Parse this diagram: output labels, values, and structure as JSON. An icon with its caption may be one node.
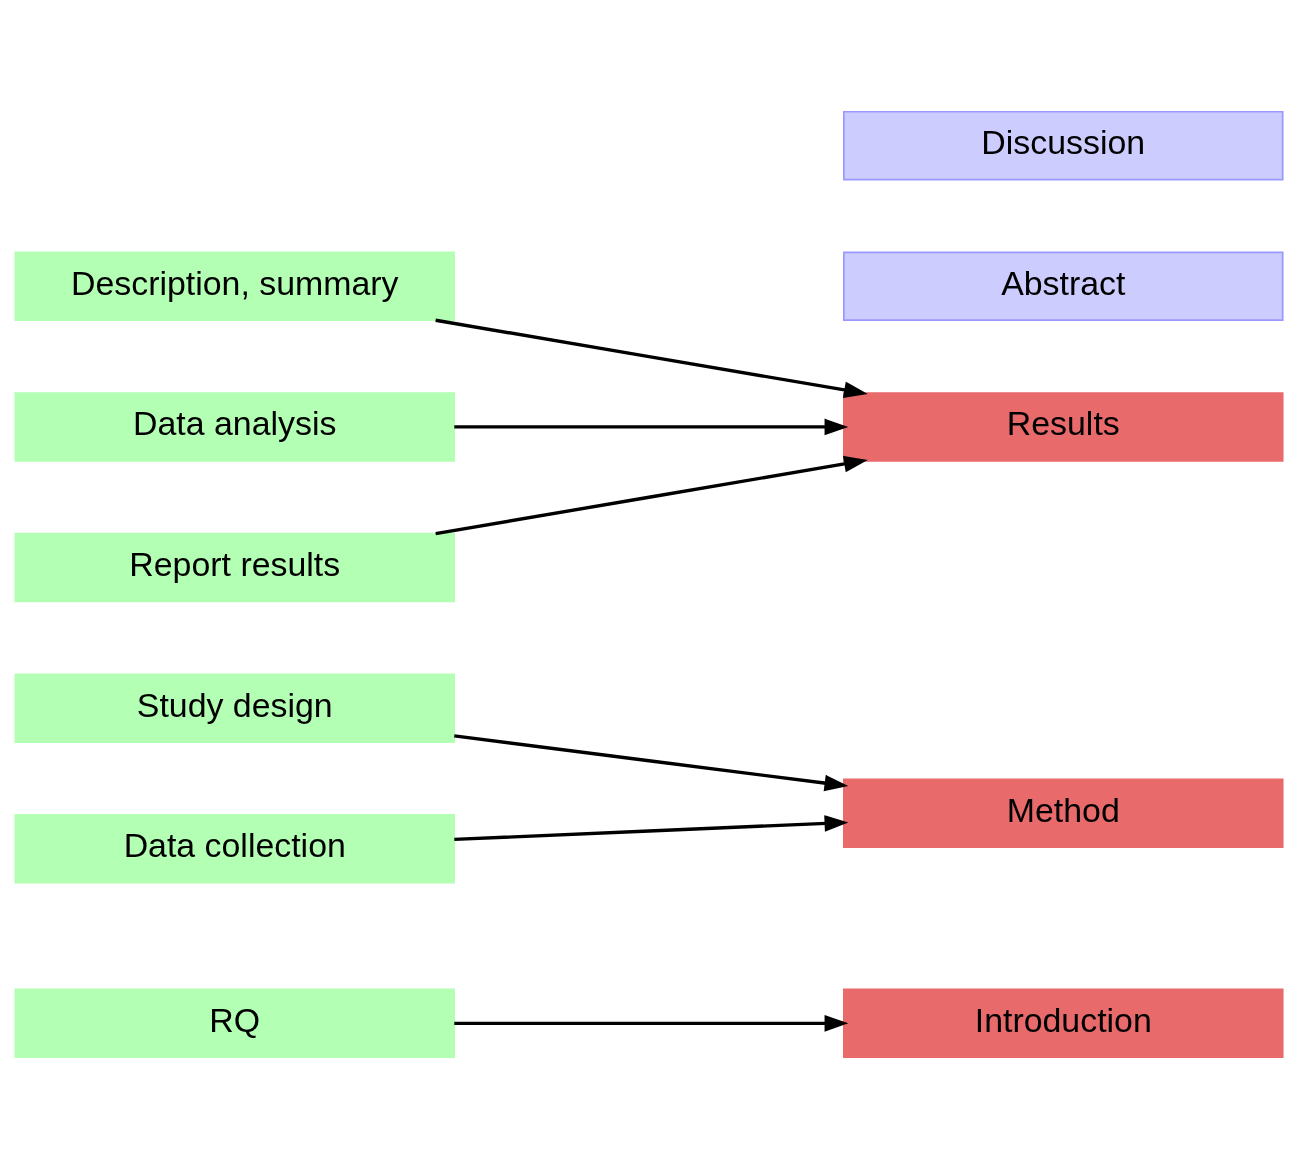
{
  "diagram": {
    "nodes": [
      {
        "text": [
          "RQ"
        ]
      },
      {
        "text": [
          "Study design"
        ]
      },
      {
        "text": [
          "Data collection"
        ]
      },
      {
        "text": [
          "Description, summary"
        ]
      },
      {
        "text": [
          "Data analysis"
        ]
      },
      {
        "text": [
          "Report results"
        ]
      },
      {
        "text": [
          "Abstract"
        ]
      },
      {
        "text": [
          "Introduction"
        ]
      },
      {
        "text": [
          "Method"
        ]
      },
      {
        "text": [
          "Results"
        ]
      },
      {
        "text": [
          "Discussion"
        ]
      }
    ],
    "edges": [
      {
        "from": 0,
        "to": 7,
        "arrow": "to"
      },
      {
        "from": 1,
        "to": 8,
        "arrow": "to"
      },
      {
        "from": 2,
        "to": 8,
        "arrow": "to"
      },
      {
        "from": 3,
        "to": 9,
        "arrow": "to"
      },
      {
        "from": 4,
        "to": 9,
        "arrow": "to"
      },
      {
        "from": 5,
        "to": 9,
        "arrow": "to"
      }
    ]
  }
}
